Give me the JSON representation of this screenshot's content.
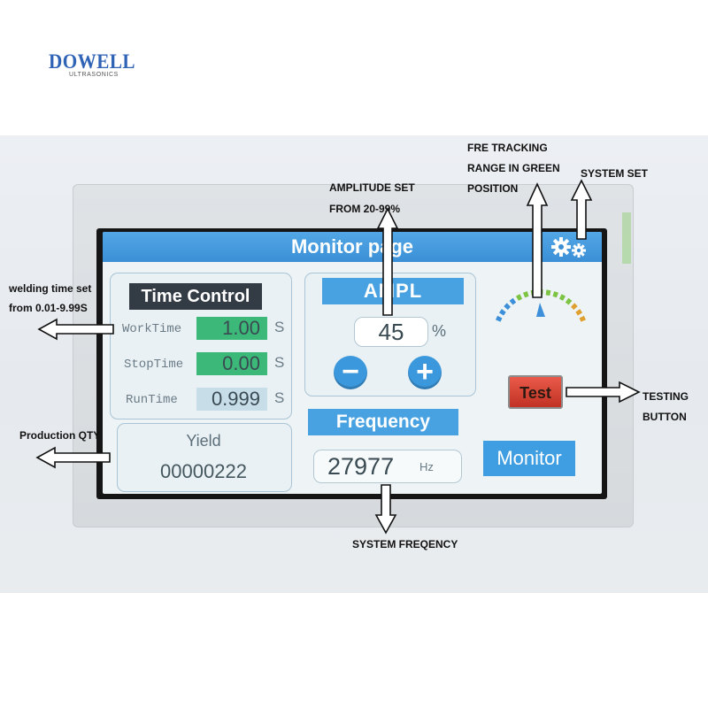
{
  "logo": {
    "name": "DOWELL",
    "tagline": "ULTRASONICS"
  },
  "screen": {
    "title": "Monitor page",
    "settings_icon": "gears-icon",
    "time_control": {
      "heading": "Time Control",
      "rows": [
        {
          "label": "WorkTime",
          "value": "1.00",
          "unit": "S"
        },
        {
          "label": "StopTime",
          "value": "0.00",
          "unit": "S"
        },
        {
          "label": "RunTime",
          "value": "0.999",
          "unit": "S"
        }
      ]
    },
    "yield": {
      "label": "Yield",
      "value": "00000222"
    },
    "amplitude": {
      "heading": "AMPL",
      "value": "45",
      "unit": "%",
      "minus": "−",
      "plus": "+"
    },
    "frequency": {
      "heading": "Frequency",
      "value": "27977",
      "unit": "Hz"
    },
    "test_button": "Test",
    "monitor_button": "Monitor",
    "gauge_colors": {
      "blue": "#3c8fd8",
      "green": "#7cc442",
      "amber": "#e0a030"
    }
  },
  "annotations": {
    "welding": [
      "welding time set",
      "from 0.01-9.99S"
    ],
    "production": "Production QTY",
    "amplitude": [
      "AMPLITUDE SET",
      "FROM 20-99%"
    ],
    "tracking": [
      "FRE TRACKING",
      "RANGE  IN GREEN",
      "POSITION"
    ],
    "system_set": "SYSTEM SET",
    "testing": [
      "TESTING",
      "BUTTON"
    ],
    "system_freq": "SYSTEM FREQENCY"
  }
}
